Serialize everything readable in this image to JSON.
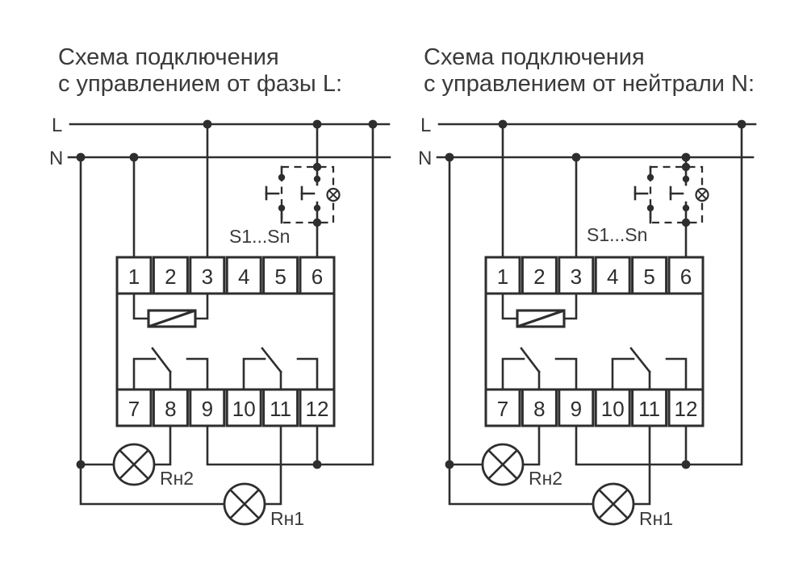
{
  "page": {
    "colors": {
      "background": "#ffffff",
      "ink": "#2e2e2e",
      "title_text": "#3a3a3a"
    }
  },
  "diagrams": [
    {
      "title_line1": "Схема подключения",
      "title_line2": "с управлением от фазы L:",
      "phase_label": "L",
      "neutral_label": "N",
      "buttons_label": "S1...Sn",
      "load2_label": "Rн2",
      "load1_label": "Rн1",
      "terminals_top": [
        "1",
        "2",
        "3",
        "4",
        "5",
        "6"
      ],
      "terminals_bottom": [
        "7",
        "8",
        "9",
        "10",
        "11",
        "12"
      ]
    },
    {
      "title_line1": "Схема подключения",
      "title_line2": "с управлением от нейтрали N:",
      "phase_label": "L",
      "neutral_label": "N",
      "buttons_label": "S1...Sn",
      "load2_label": "Rн2",
      "load1_label": "Rн1",
      "terminals_top": [
        "1",
        "2",
        "3",
        "4",
        "5",
        "6"
      ],
      "terminals_bottom": [
        "7",
        "8",
        "9",
        "10",
        "11",
        "12"
      ]
    }
  ]
}
